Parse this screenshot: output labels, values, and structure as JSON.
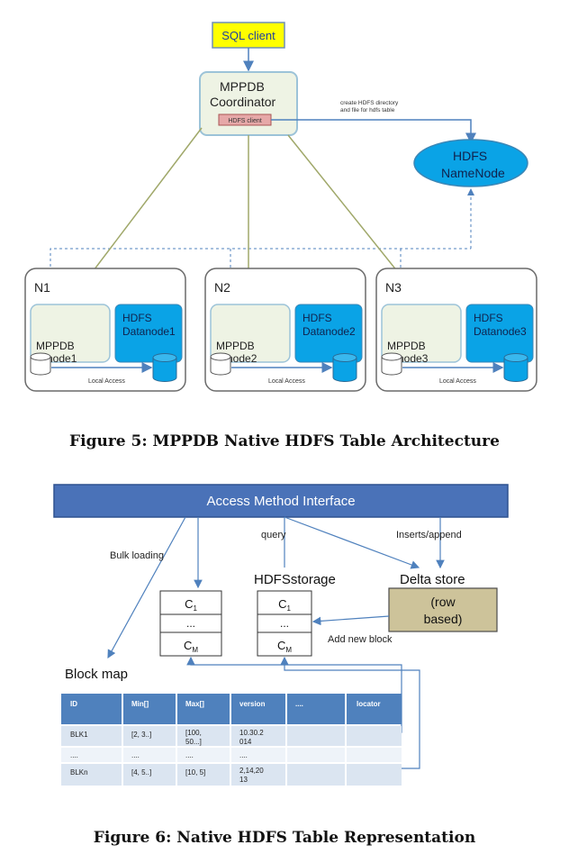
{
  "figure5": {
    "sql_client": "SQL client",
    "coordinator_line1": "MPPDB",
    "coordinator_line2": "Coordinator",
    "hdfs_client": "HDFS client",
    "note_line1": "create HDFS directory",
    "note_line2": "and file for hdfs table",
    "namenode_line1": "HDFS",
    "namenode_line2": "NameNode",
    "nodes": [
      {
        "label": "N1",
        "mppdb": "MPPDB",
        "mppdb_node": "node1",
        "hdfs": "HDFS",
        "datanode": "Datanode1",
        "local_access": "Local Access"
      },
      {
        "label": "N2",
        "mppdb": "MPPDB",
        "mppdb_node": "node2",
        "hdfs": "HDFS",
        "datanode": "Datanode2",
        "local_access": "Local Access"
      },
      {
        "label": "N3",
        "mppdb": "MPPDB",
        "mppdb_node": "node3",
        "hdfs": "HDFS",
        "datanode": "Datanode3",
        "local_access": "Local Access"
      }
    ],
    "caption": "Figure 5: MPPDB Native HDFS Table Architecture"
  },
  "figure6": {
    "access_method": "Access Method Interface",
    "bulk_loading": "Bulk loading",
    "query": "query",
    "inserts": "Inserts/append",
    "hdfs_storage": "HDFSstorage",
    "delta_store": "Delta store",
    "delta_line1": "(row",
    "delta_line2": "based)",
    "add_new_block": "Add new block",
    "block_map": "Block map",
    "col_c": "C",
    "sub_1": "1",
    "sub_m": "M",
    "dots": "...",
    "table_headers": [
      "ID",
      "Min[]",
      "Max[]",
      "version",
      "....",
      "locator"
    ],
    "table_rows": [
      [
        "BLK1",
        "[2, 3..]",
        "[100,\n50...]",
        "10.30.2\n014",
        "",
        ""
      ],
      [
        "....",
        "....",
        "....",
        "....",
        "",
        ""
      ],
      [
        "BLKn",
        "[4, 5..]",
        "[10, 5]",
        "2,14,20\n13",
        "",
        ""
      ]
    ],
    "caption": "Figure 6: Native HDFS Table Representation"
  },
  "colors": {
    "sql_yellow": "#ffff00",
    "coordinator_fill": "#eef3e4",
    "datanode_blue": "#0aa3e6",
    "access_blue": "#4a72b8",
    "delta_tan": "#cdc39a",
    "table_header": "#4f81bd",
    "table_row": "#dbe5f1",
    "arrow_olive": "#a0a86a",
    "arrow_blue": "#4f81bd"
  }
}
